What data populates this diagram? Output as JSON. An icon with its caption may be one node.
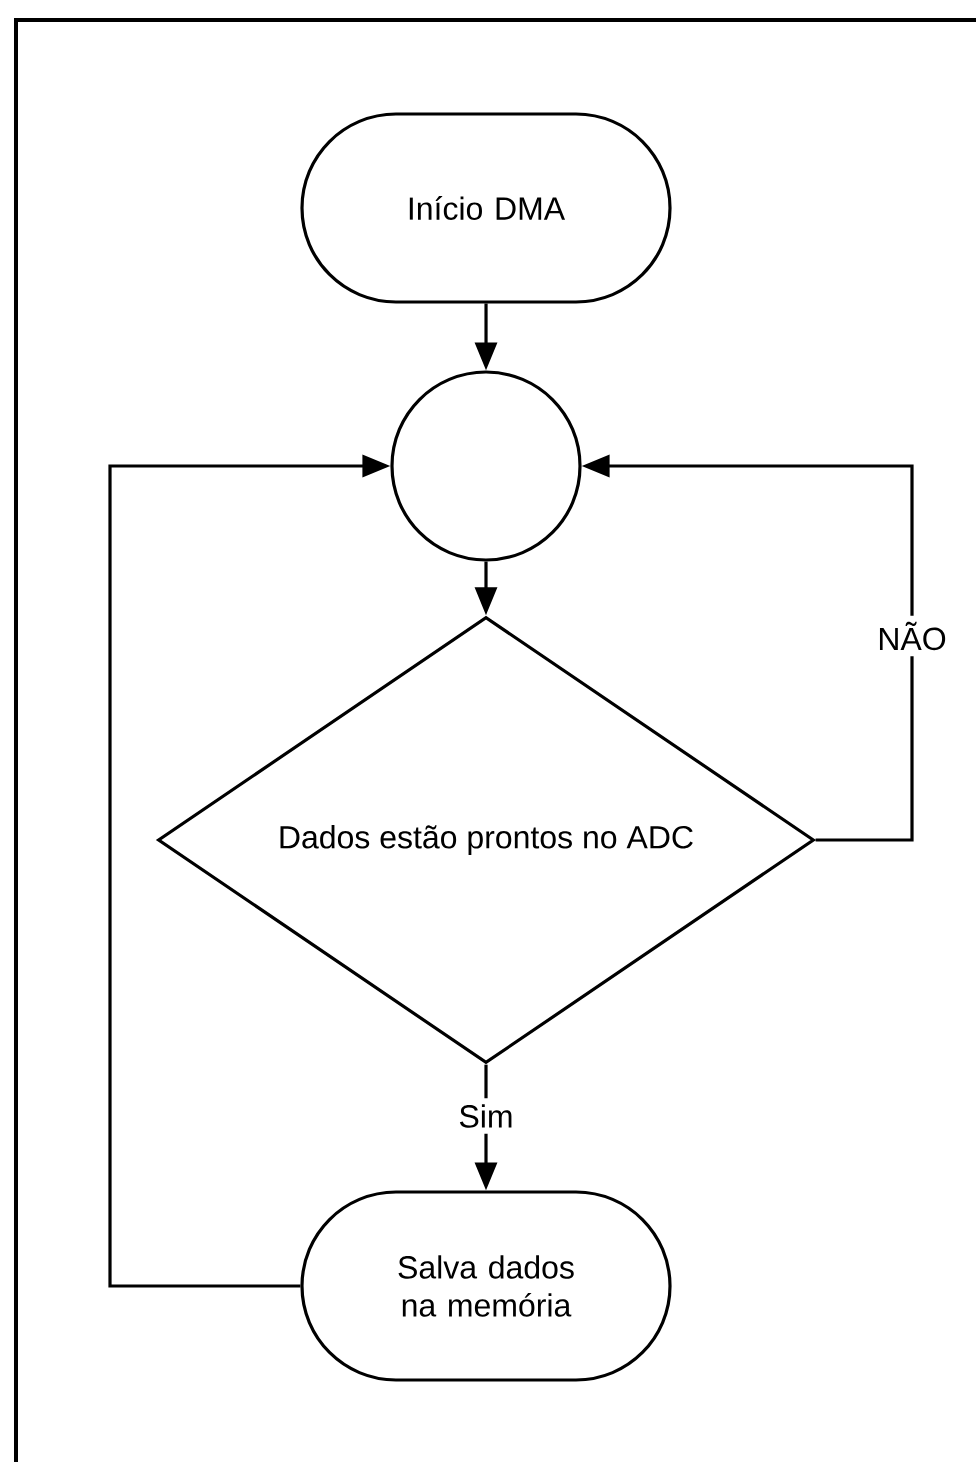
{
  "diagram": {
    "nodes": [
      {
        "text": [
          "Início DMA"
        ]
      },
      {
        "text": [],
        "shape": "circle"
      },
      {
        "text": [
          "Dados estão prontos no ADC"
        ]
      },
      {
        "text": [
          "Salva dados na memória"
        ]
      }
    ],
    "edges": [
      {
        "from": 0,
        "to": 1,
        "arrow": "to"
      },
      {
        "from": 1,
        "to": 2,
        "arrow": "to"
      },
      {
        "from": 2,
        "to": 3,
        "arrow": "to",
        "label": "Sim"
      },
      {
        "from": 3,
        "to": 1,
        "arrow": "to"
      },
      {
        "from": 2,
        "to": 1,
        "arrow": "to",
        "label": "NÃO"
      }
    ]
  }
}
